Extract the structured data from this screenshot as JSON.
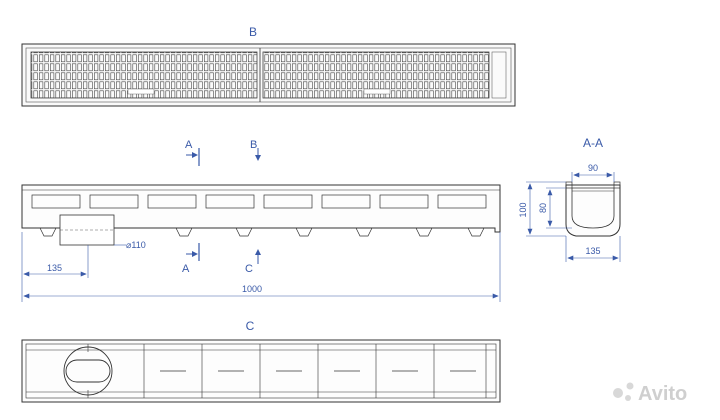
{
  "views": {
    "top_label": "B",
    "bottom_label": "C",
    "section_title": "A-A",
    "cut_a_top": "A",
    "cut_a_bottom": "A",
    "cut_b": "B",
    "cut_c": "C"
  },
  "dimensions": {
    "total_length": "1000",
    "outlet_offset": "135",
    "outlet_diameter": "⌀110",
    "section_inner_width": "90",
    "section_outer_width": "135",
    "section_inner_height": "80",
    "section_outer_height": "100"
  },
  "watermark": "Avito",
  "colors": {
    "line": "#333333",
    "annotation": "#3a5aa8",
    "watermark": "#cfcfcf"
  }
}
